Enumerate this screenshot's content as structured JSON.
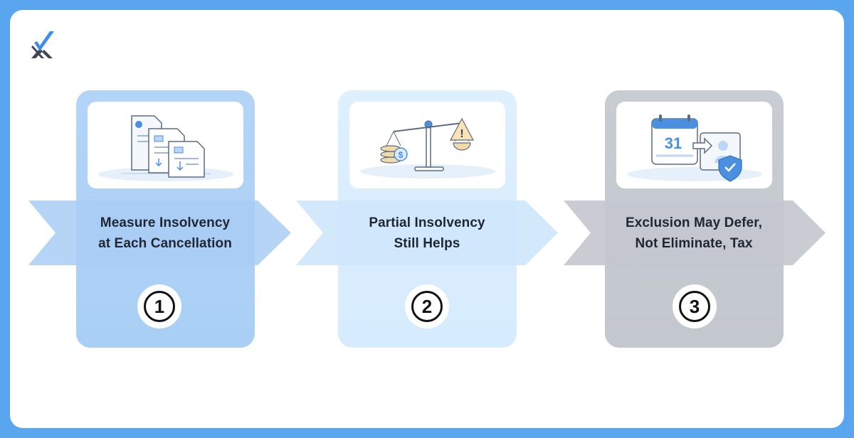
{
  "steps": [
    {
      "label": "Measure Insolvency\nat Each Cancellation",
      "number": "1",
      "illustration": "documents-icon"
    },
    {
      "label": "Partial Insolvency\nStill Helps",
      "number": "2",
      "illustration": "balance-scale-icon"
    },
    {
      "label": "Exclusion May Defer,\nNot Eliminate, Tax",
      "number": "3",
      "illustration": "calendar-shield-icon"
    }
  ],
  "calendar": {
    "day": "31"
  },
  "coin": {
    "symbol": "$"
  },
  "warning": {
    "symbol": "!"
  },
  "colors": {
    "background": "#5aa6ee",
    "step1": "#aacff5",
    "step2": "#d6ebfd",
    "step3": "#c3c7ce",
    "accent": "#4a8fe0"
  }
}
